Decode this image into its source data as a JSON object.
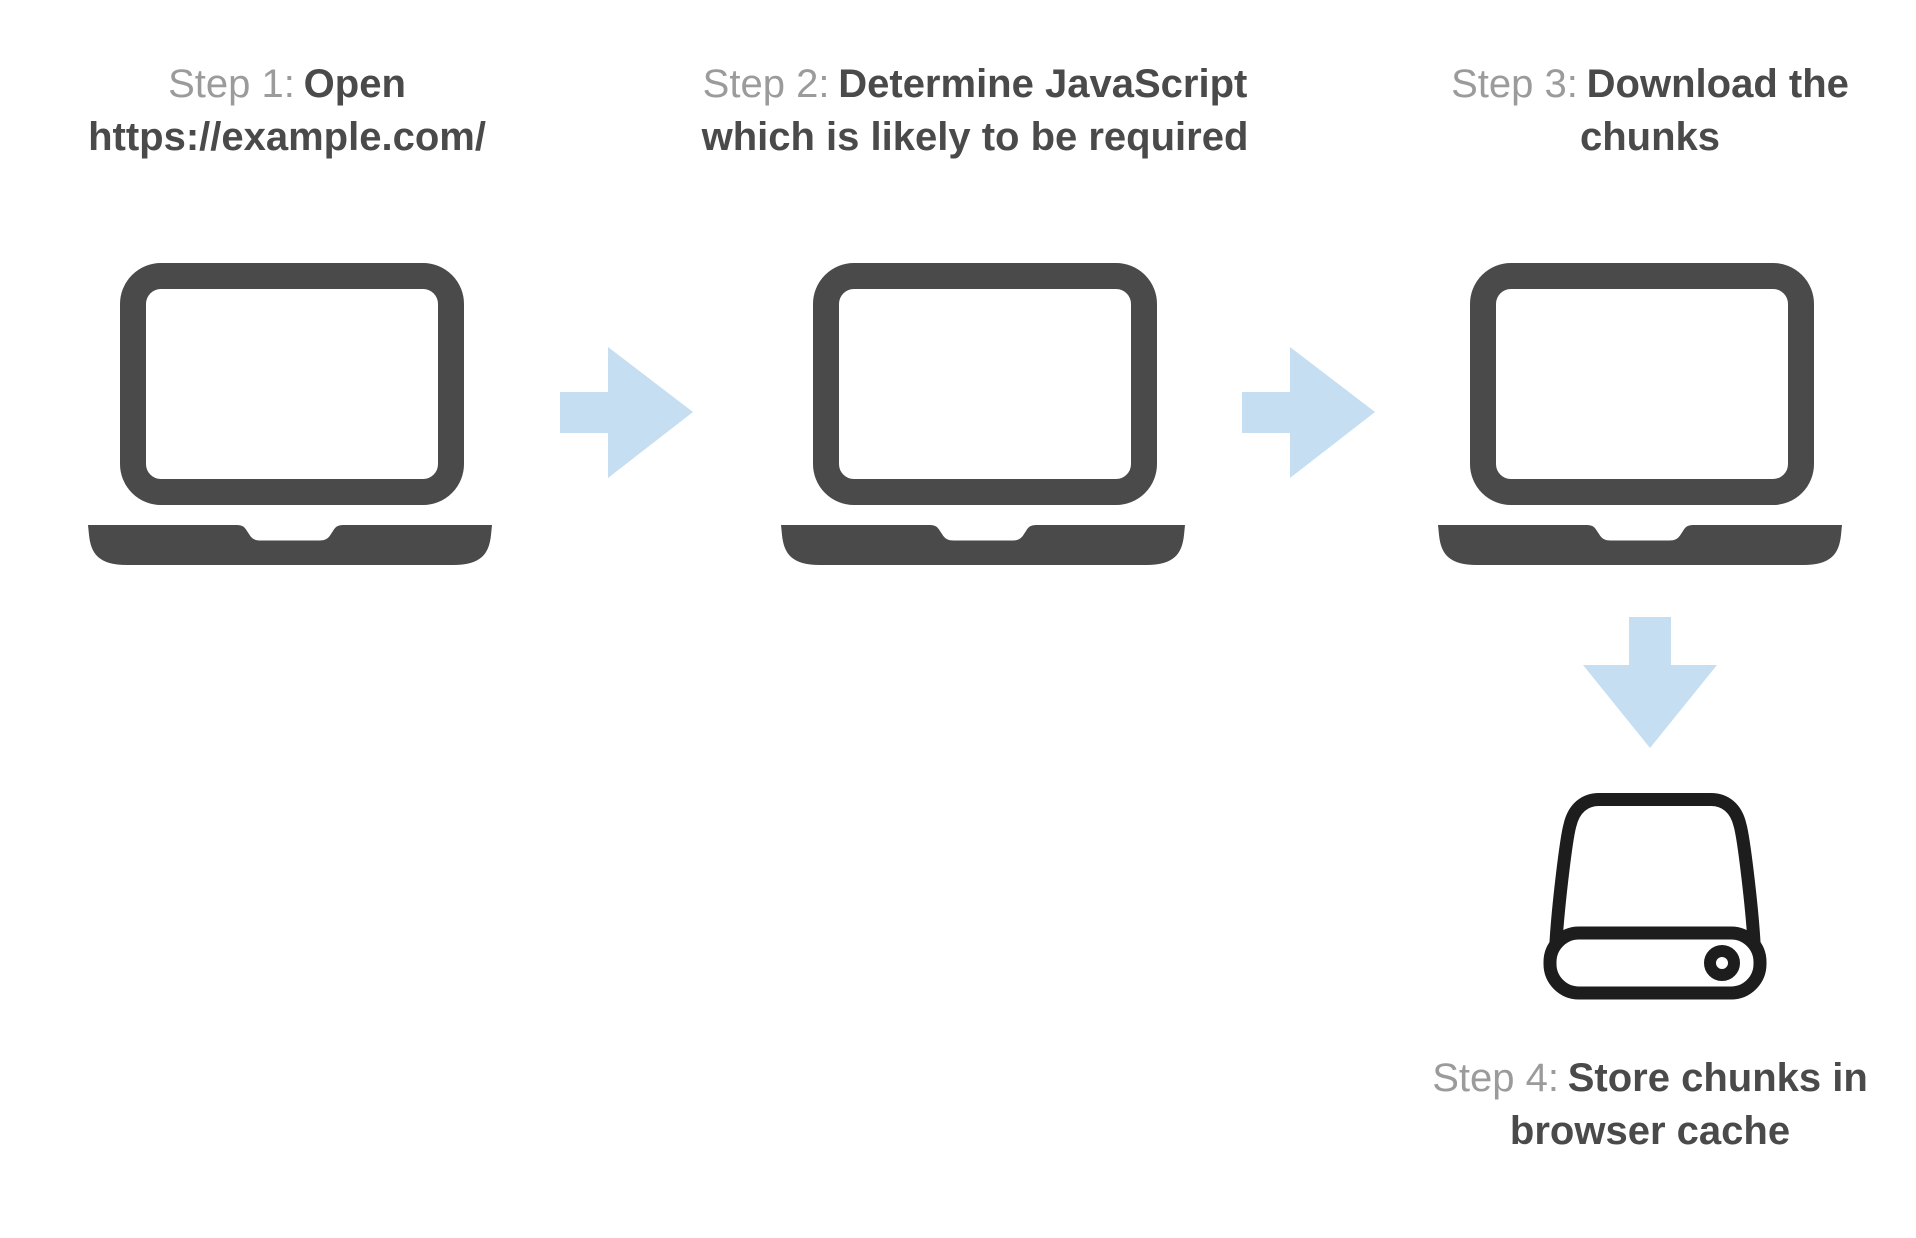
{
  "diagram": {
    "background_color": "#ffffff",
    "colors": {
      "step_label": "#9b9b9b",
      "step_title": "#4a4a4a",
      "laptop_icon": "#4a4a4a",
      "arrow": "#c6def1",
      "hard_drive_icon": "#1d1d1d"
    },
    "steps": [
      {
        "label": "Step 1:",
        "title": "Open https://example.com/",
        "icon": "laptop-icon"
      },
      {
        "label": "Step 2:",
        "title": "Determine JavaScript which is likely to be required",
        "icon": "laptop-icon"
      },
      {
        "label": "Step 3:",
        "title": "Download the chunks",
        "icon": "laptop-icon"
      },
      {
        "label": "Step 4:",
        "title": "Store chunks in browser cache",
        "icon": "hard-drive-icon"
      }
    ],
    "connectors": [
      {
        "from_step": 1,
        "to_step": 2,
        "direction": "right",
        "icon": "arrow-right-icon"
      },
      {
        "from_step": 2,
        "to_step": 3,
        "direction": "right",
        "icon": "arrow-right-icon"
      },
      {
        "from_step": 3,
        "to_step": 4,
        "direction": "down",
        "icon": "arrow-down-icon"
      }
    ]
  }
}
